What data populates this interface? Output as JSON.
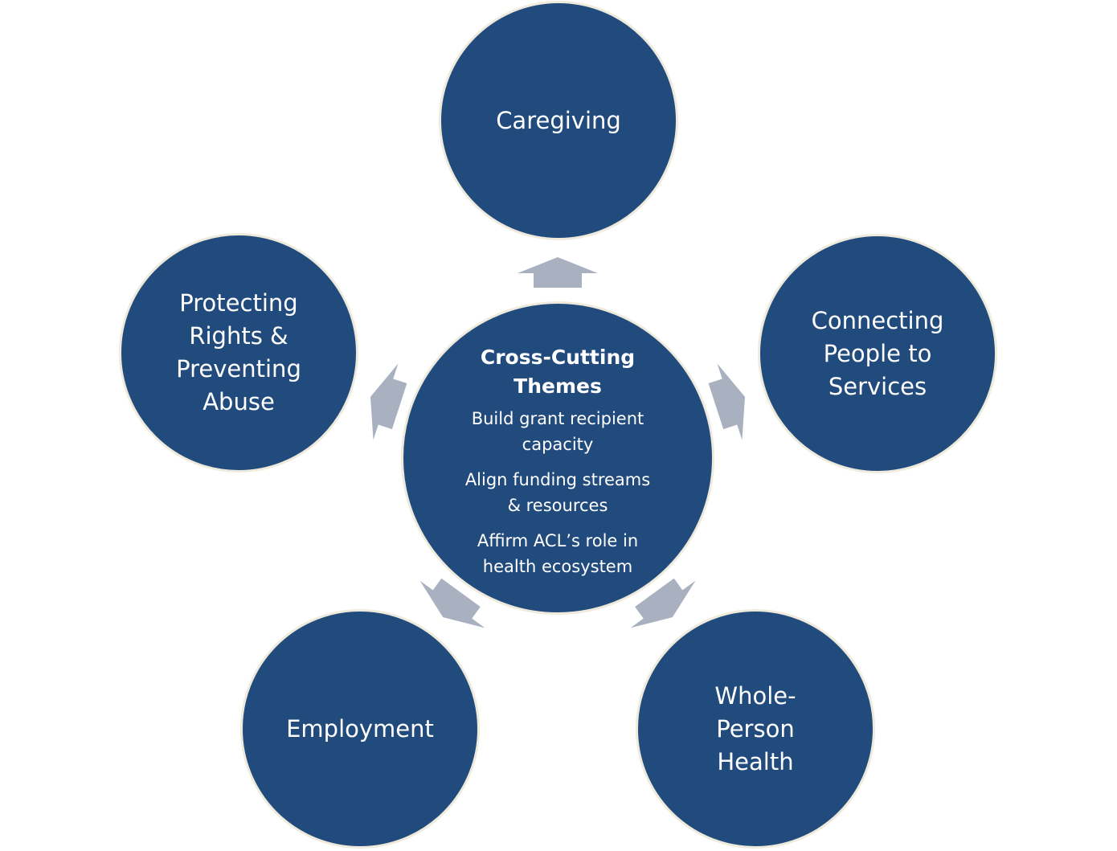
{
  "diagram": {
    "center": {
      "title": "Cross-Cutting\nThemes",
      "items": [
        "Build grant recipient\ncapacity",
        "Align funding streams\n& resources",
        "Affirm ACL’s role in\nhealth ecosystem"
      ]
    },
    "outer": [
      {
        "label": "Caregiving"
      },
      {
        "label": "Connecting\nPeople to\nServices"
      },
      {
        "label": "Whole-\nPerson\nHealth"
      },
      {
        "label": "Employment"
      },
      {
        "label": "Protecting\nRights &\nPreventing\nAbuse"
      }
    ],
    "colors": {
      "circle_fill": "#214A7D",
      "circle_border": "#EEEADC",
      "arrow": "#A9B0C0",
      "text": "#FFFFFF"
    }
  }
}
